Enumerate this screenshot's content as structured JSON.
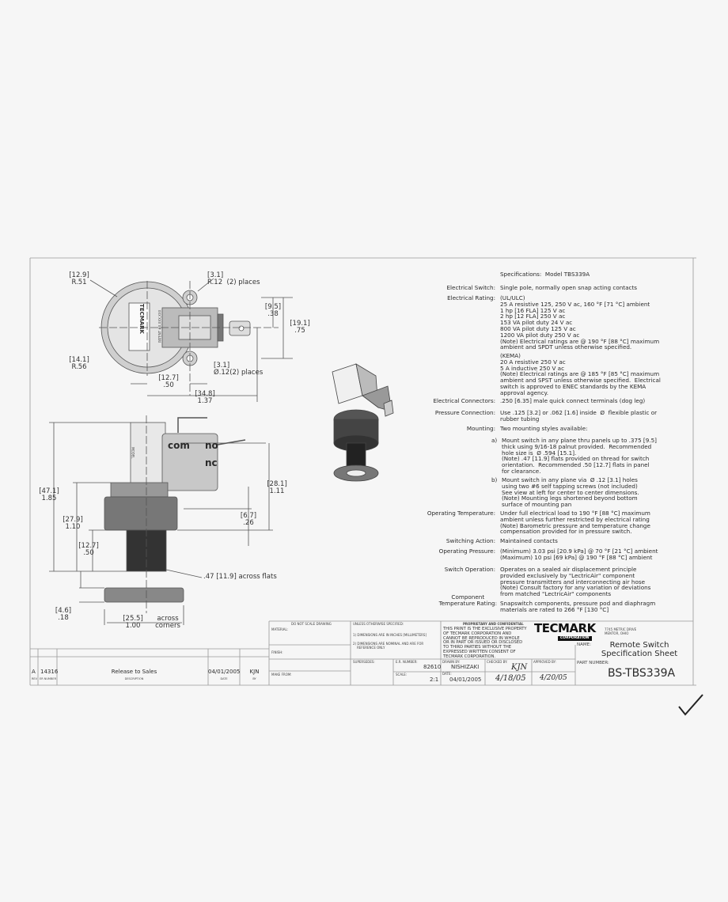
{
  "specifications": {
    "heading": "Specifications:  Model TBS339A",
    "rows": [
      {
        "label": "Electrical Switch:",
        "lines": [
          "Single pole, normally open snap acting contacts"
        ]
      },
      {
        "label": "Electrical Rating:",
        "lines": [
          "(UL/ULC)",
          "25 A resistive 125, 250 V ac, 160 °F [71 °C] ambient",
          "1 hp [16 FLA] 125 V ac",
          "2 hp [12 FLA] 250 V ac",
          "153 VA pilot duty 24 V ac",
          "800 VA pilot duty 125 V ac",
          "1200 VA pilot duty 250 V ac",
          "(Note) Electrical ratings are @ 190 °F [88 °C] maximum",
          "ambient and SPDT unless otherwise specified."
        ]
      },
      {
        "label": "",
        "lines": [
          "(KEMA)",
          "20 A resistive 250 V ac",
          "5 A inductive 250 V ac",
          "(Note) Electrical ratings are @ 185 °F [85 °C] maximum",
          "ambient and SPST unless otherwise specified.  Electrical",
          "switch is approved to ENEC standards by the KEMA",
          "approval agency."
        ]
      },
      {
        "label": "Electrical Connectors:",
        "lines": [
          ".250 [6.35] male quick connect terminals (dog leg)"
        ]
      },
      {
        "label": "Pressure Connection:",
        "lines": [
          "Use .125 [3.2] or .062 [1.6] inside  Ø  flexible plastic or",
          "rubber tubing"
        ]
      },
      {
        "label": "Mounting:",
        "lines": [
          "Two mounting styles available:"
        ]
      },
      {
        "label": "a)",
        "lines": [
          "Mount switch in any plane thru panels up to .375 [9.5]",
          "thick using 9/16-18 palnut provided.  Recommended",
          "hole size is  Ø .594 [15.1].",
          "(Note) .47 [11.9] flats provided on thread for switch",
          "orientation.  Recommended .50 [12.7] flats in panel",
          "for clearance."
        ]
      },
      {
        "label": "b)",
        "lines": [
          "Mount switch in any plane via  Ø .12 [3.1] holes",
          "using two #6 self tapping screws (not included)",
          "See view at left for center to center dimensions.",
          "(Note) Mounting legs shortened beyond bottom",
          "surface of mounting pan"
        ]
      },
      {
        "label": "Operating Temperature:",
        "lines": [
          "Under full electrical load to 190 °F [88 °C] maximum",
          "ambient unless further restricted by electrical rating",
          "(Note) Barometric pressure and temperature change",
          "compensation provided for in pressure switch."
        ]
      },
      {
        "label": "Switching Action:",
        "lines": [
          "Maintained contacts"
        ]
      },
      {
        "label": "Operating Pressure:",
        "lines": [
          "(Minimum) 3.03 psi [20.9 kPa] @ 70 °F [21 °C] ambient",
          "(Maximum) 10 psi [69 kPa] @ 190 °F [88 °C] ambient"
        ]
      },
      {
        "label": "Switch Operation:",
        "lines": [
          "Operates on a sealed air displacement principle",
          "provided exclusively by \"LectricAir\" component",
          "pressure transmitters and interconnecting air hose",
          "(Note) Consult factory for any variation or deviations",
          "from matched \"LectricAir\" components"
        ]
      },
      {
        "label": "Component\nTemperature Rating:",
        "lines": [
          "Snapswitch components, pressure pod and diaphragm",
          "materials are rated to 266 °F [130 °C]"
        ]
      }
    ]
  },
  "top_view": {
    "dims": {
      "r51": "[12.9]\nR.51",
      "r12": "[3.1]\nR.12  (2) places",
      "d38": "[9.5]\n.38",
      "d75": "[19.1]\n.75",
      "r56": "[14.1]\nR.56",
      "hole": "[3.1]\nØ.12(2) places",
      "d50": "[12.7]\n.50",
      "d137": "[34.8]\n1.37"
    },
    "label_logo": "TECMARK",
    "label_patent": "PATENT #X,XXX,XXX"
  },
  "side_view": {
    "terminals": {
      "com": "com",
      "no": "no",
      "nc": "nc"
    },
    "label_model": "MODEL",
    "dims": {
      "d185": "[47.1]\n1.85",
      "d110": "[27.9]\n1.10",
      "d50": "[12.7]\n.50",
      "d18": "[4.6]\n.18",
      "d111": "[28.1]\n1.11",
      "d26": "[6.7]\n.26",
      "flats": ".47 [11.9] across flats",
      "corners_value": "[25.5]\n1.00",
      "corners_label": "across\ncorners"
    }
  },
  "title_block": {
    "do_not_scale": "DO NOT SCALE DRAWING",
    "material": "MATERIAL:",
    "finish": "FINISH:",
    "make_from": "MAKE FROM:",
    "unless": "UNLESS OTHERWISE SPECIFIED:",
    "note1": "1) DIMENSIONS ARE IN INCHES [MILLIMETERS]",
    "note2": "2) DIMENSIONS ARE NOMINAL AND ARE FOR\n    REFERENCE ONLY",
    "supersedes": "SUPERSEDES:",
    "er_number_label": "E.R. NUMBER:",
    "er_number": "82610",
    "scale_label": "SCALE:",
    "scale": "2:1",
    "proprietary_title": "PROPRIETARY AND CONFIDENTIAL",
    "proprietary_text": "THIS PRINT IS THE EXCLUSIVE PROPERTY\nOF TECMARK CORPORATION AND\nCANNOT BE REPRODUCED IN WHOLE\nOR IN PART OR ISSUED OR DISCLOSED\nTO THIRD PARTIES WITHOUT THE\nEXPRESSED WRITTEN CONSENT OF\nTECMARK CORPORATION.",
    "drawn_by_label": "DRAWN BY:",
    "drawn_by": "NISHIZAKI",
    "date_label": "DATE:",
    "drawn_date": "04/01/2005",
    "checked_by_label": "CHECKED BY:",
    "checked_initials": "KJN",
    "checked_date": "4/18/05",
    "approved_by_label": "APPROVED BY:",
    "approved_date": "4/20/05",
    "company_logo": "TECMARK",
    "company_sub": "CORPORATION",
    "address": "7745 METRIC DRIVE\nMENTOR, OHIO",
    "name_label": "NAME:",
    "name": "Remote Switch\nSpecification Sheet",
    "part_number_label": "PART NUMBER:",
    "part_number": "BS-TBS339A"
  },
  "revision_table": {
    "headers": [
      "REV",
      "ER NUMBER",
      "DESCRIPTION",
      "DATE",
      "BY"
    ],
    "rows": [
      [
        "A",
        "14316",
        "Release to Sales",
        "04/01/2005",
        "KJN"
      ]
    ]
  }
}
